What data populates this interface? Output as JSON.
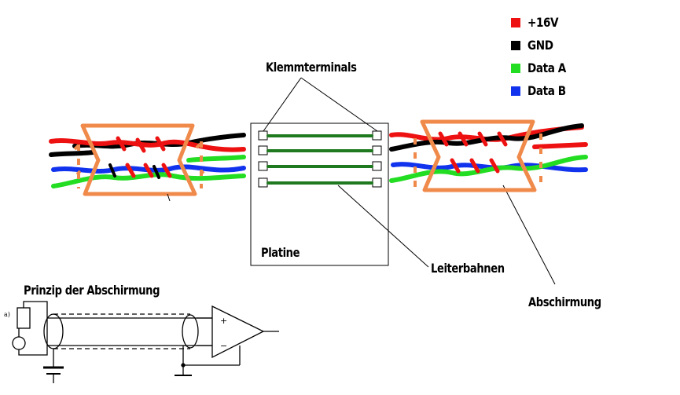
{
  "legend": [
    {
      "label": "+16V",
      "color": "#ee1111"
    },
    {
      "label": "GND",
      "color": "#000000"
    },
    {
      "label": "Data A",
      "color": "#22dd22"
    },
    {
      "label": "Data B",
      "color": "#1133ee"
    }
  ],
  "labels": {
    "klemmterminals": "Klemmterminals",
    "platine": "Platine",
    "leiterbahnen": "Leiterbahnen",
    "abschirmung": "Abschirmung",
    "prinzip": "Prinzip der Abschirmung",
    "source_mark": "a)"
  },
  "colors": {
    "shield": "#f08a4b",
    "trace": "#1f7a1f",
    "wire_red": "#ee1111",
    "wire_black": "#000000",
    "wire_green": "#22dd22",
    "wire_blue": "#1133ee"
  }
}
